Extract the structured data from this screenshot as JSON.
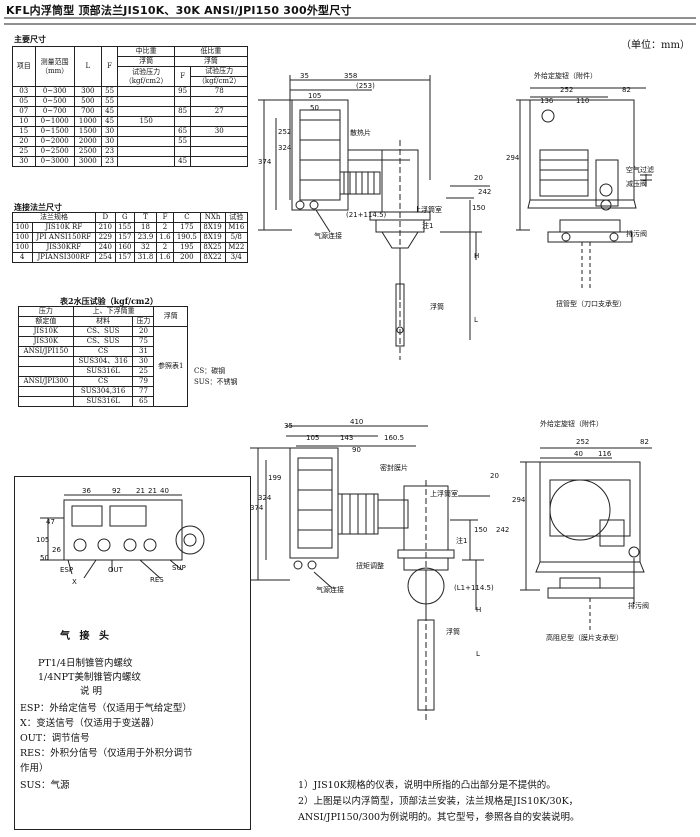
{
  "title": "KFL内浮筒型  顶部法兰JIS10K、30K ANSI/JPI150 300外型尺寸",
  "unit": "（单位：mm）",
  "main_dims": {
    "caption": "主要尺寸",
    "head": {
      "col_item": "项目",
      "col_range": "测量范围",
      "col_range_unit": "（mm）",
      "col_l": "L",
      "col_f": "F",
      "mid_ratio": "中比重",
      "low_ratio": "低比重",
      "float": "浮筒",
      "float2": "浮筒",
      "pressure": "试验压力",
      "pressure_unit": "（kgf/cm2）",
      "f2": "F",
      "pressure2": "试验压力",
      "pressure2_unit": "（kgf/cm2）"
    },
    "rows": [
      [
        "03",
        "0~300",
        "300",
        "55",
        "",
        "95",
        "78"
      ],
      [
        "05",
        "0~500",
        "500",
        "55",
        "",
        "",
        ""
      ],
      [
        "07",
        "0~700",
        "700",
        "45",
        "",
        "85",
        "27"
      ],
      [
        "10",
        "0~1000",
        "1000",
        "45",
        "150",
        "",
        ""
      ],
      [
        "15",
        "0~1500",
        "1500",
        "30",
        "",
        "65",
        "30"
      ],
      [
        "20",
        "0~2000",
        "2000",
        "30",
        "",
        "55",
        ""
      ],
      [
        "25",
        "0~2500",
        "2500",
        "23",
        "",
        "",
        ""
      ],
      [
        "30",
        "0~3000",
        "3000",
        "23",
        "",
        "45",
        ""
      ]
    ]
  },
  "flange": {
    "caption": "连接法兰尺寸",
    "head": [
      "法兰规格",
      "D",
      "G",
      "T",
      "F",
      "C",
      "NXh",
      "试验"
    ],
    "rows": [
      [
        "100",
        "JIS10K RF",
        "210",
        "155",
        "18",
        "2",
        "175",
        "8X19",
        "M16"
      ],
      [
        "100",
        "JPI ANSI150RF",
        "229",
        "157",
        "23.9",
        "1.6",
        "190.5",
        "8X19",
        "5/8"
      ],
      [
        "100",
        "JIS30KRF",
        "240",
        "160",
        "32",
        "2",
        "195",
        "8X25",
        "M22"
      ],
      [
        "4",
        "JPIANSI300RF",
        "254",
        "157",
        "31.8",
        "1.6",
        "200",
        "8X22",
        "3/4"
      ]
    ]
  },
  "pressure": {
    "caption": "表2水压试验（kgf/cm2）",
    "head": {
      "pressure": "压力",
      "upper": "上、下浮筒重",
      "rating": "额定值",
      "material": "材料",
      "pres": "压力",
      "float": "浮筒"
    },
    "rows": [
      [
        "JIS10K",
        "CS、SUS",
        "20"
      ],
      [
        "JIS30K",
        "CS、SUS",
        "75"
      ],
      [
        "ANSI/JPI150",
        "CS",
        "31"
      ],
      [
        "",
        "SUS304、316",
        "30"
      ],
      [
        "",
        "SUS316L",
        "25"
      ],
      [
        "ANSI/JPI300",
        "CS",
        "79"
      ],
      [
        "",
        "SUS304,316",
        "77"
      ],
      [
        "",
        "SUS316L",
        "65"
      ]
    ],
    "ref": "参照表1",
    "cs": "CS：碳钢",
    "sus": "SUS：不锈钢"
  },
  "connector": {
    "dims": [
      "36",
      "92",
      "21",
      "21",
      "40",
      "47",
      "105",
      "26",
      "50"
    ],
    "labels": [
      "ESP",
      "X",
      "OUT",
      "RES",
      "SUP"
    ],
    "heading": "气 接 头",
    "lines": [
      "PT1/4日制锥管内螺纹",
      "1/4NPT美制锥管内螺纹",
      "说  明",
      "ESP：外给定信号（仅适用于气给定型）",
      "X：变送信号（仅适用于变送器）",
      "OUT：调节信号",
      "RES：外积分信号（仅适用于外积分调节",
      "作用）",
      "SUS：气源"
    ]
  },
  "top_drawing": {
    "dims": [
      "358",
      "(253)",
      "35",
      "105",
      "50",
      "252",
      "374",
      "324",
      "20",
      "242",
      "150",
      "(21+114.5)",
      "H",
      "L"
    ],
    "labels": [
      "散热片",
      "上浮筒室",
      "注1",
      "气源连接",
      "浮筒"
    ]
  },
  "top_right": {
    "dims": [
      "252",
      "110",
      "136",
      "82",
      "294"
    ],
    "labels": [
      "外给定旋钮（附件）",
      "空气过滤",
      "减压阀",
      "排污阀"
    ],
    "caption": "扭管型（刀口支承型）"
  },
  "bottom_drawing": {
    "dims": [
      "410",
      "35",
      "105",
      "143",
      "160.5",
      "90",
      "199",
      "324",
      "374",
      "20",
      "150",
      "242",
      "(L1+114.5)",
      "H",
      "L"
    ],
    "labels": [
      "密封膜片",
      "上浮筒室",
      "注1",
      "扭矩调整",
      "气源连接",
      "浮筒"
    ]
  },
  "bottom_right": {
    "dims": [
      "252",
      "40",
      "116",
      "82",
      "294"
    ],
    "labels": [
      "外给定旋钮（附件）",
      "排污阀"
    ],
    "caption": "高阻尼型（膜片支承型）"
  },
  "notes": [
    "1）JIS10K规格的仪表，说明中所指的凸出部分是不提供的。",
    "2）上图是以内浮筒型，顶部法兰安装，法兰规格是JIS10K/30K，",
    "ANSI/JPI150/300为例说明的。其它型号，参照各自的安装说明。"
  ]
}
